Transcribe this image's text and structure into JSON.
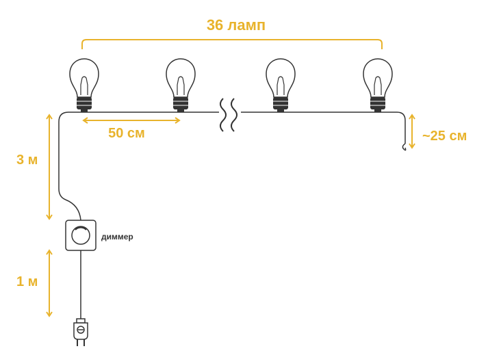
{
  "labels": {
    "lamp_count": "36 ламп",
    "bulb_spacing": "50 см",
    "tail_length": "~25 см",
    "lead_length": "3 м",
    "plug_cord_length": "1 м",
    "dimmer": "диммер"
  },
  "colors": {
    "accent": "#E8B32C",
    "line": "#333333",
    "text": "#333333"
  },
  "icons": {
    "bulb": "incandescent-bulb-icon",
    "dimmer": "dimmer-knob-icon",
    "plug": "plug-icon",
    "break": "cable-break-icon"
  }
}
